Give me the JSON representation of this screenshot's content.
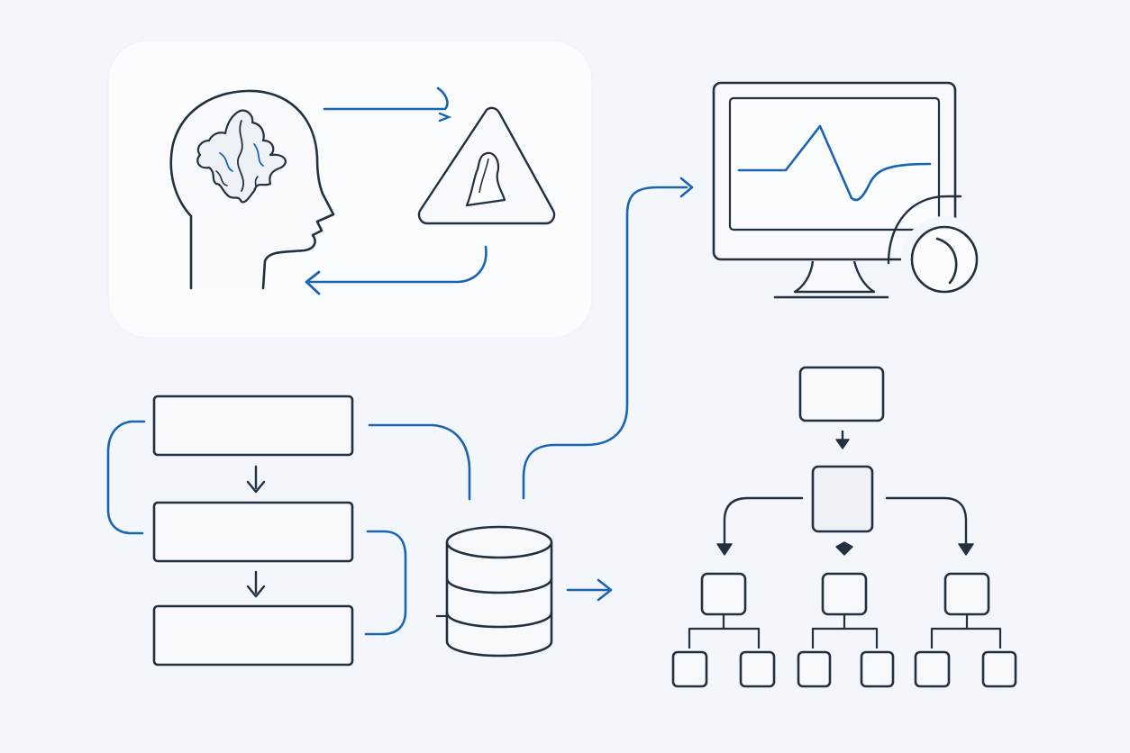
{
  "colors": {
    "background": "#f3f6fa",
    "panel": "#fbfcfe",
    "ink": "#22303f",
    "accent": "#1a64b4",
    "fill": "#eef2f7"
  },
  "icons": {
    "head": "head-brain-icon",
    "alert": "warning-triangle-icon",
    "monitor": "monitor-waveform-icon",
    "gauge": "gauge-icon",
    "database": "database-icon"
  },
  "diagram": {
    "loop_steps": 2,
    "pipeline_steps": 3,
    "hierarchy_levels": 4,
    "hierarchy_leaf_count": 6
  }
}
